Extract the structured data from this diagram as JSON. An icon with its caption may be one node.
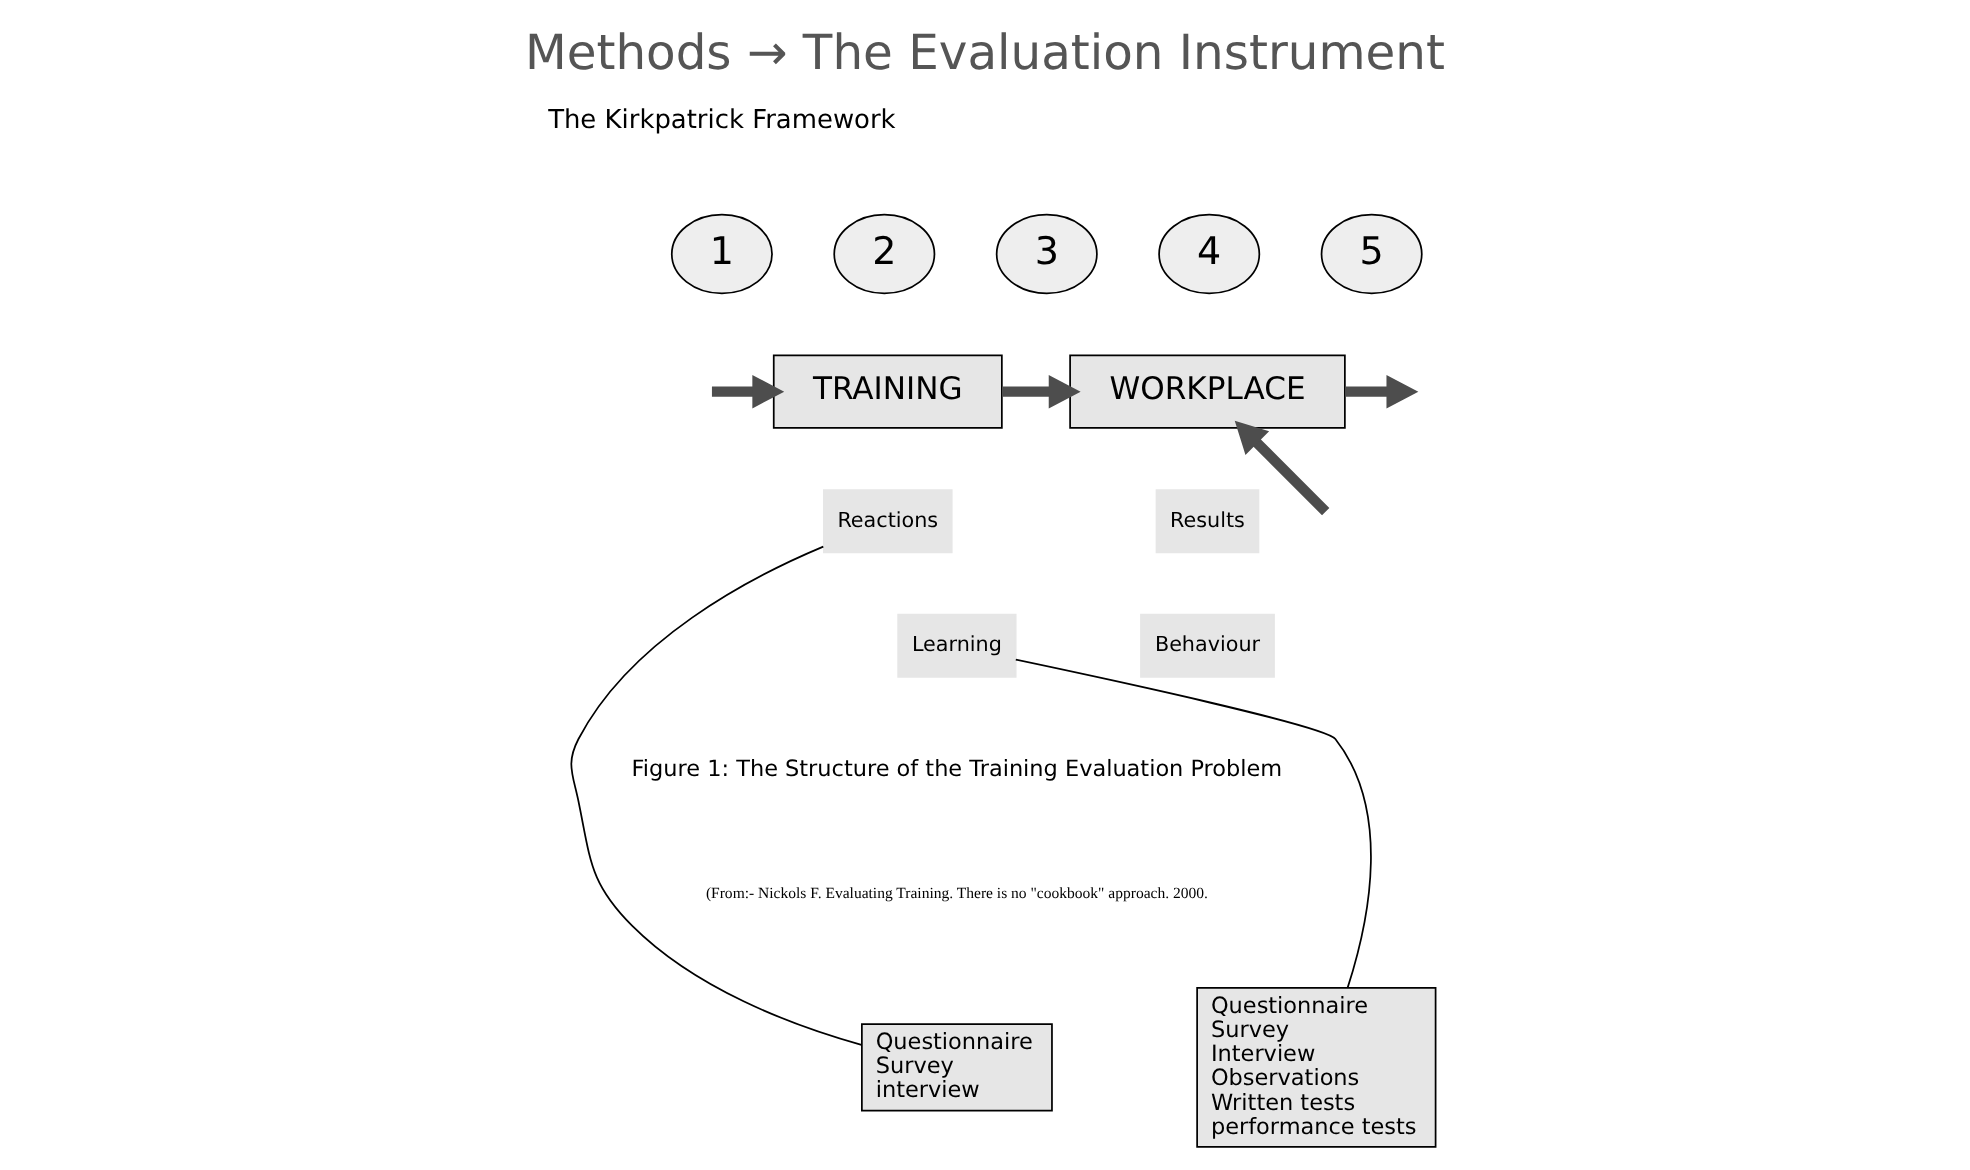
{
  "diagram": {
    "title": "Methods → The Evaluation Instrument",
    "nodes": [
      {
        "text": [
          "1"
        ]
      },
      {
        "text": [
          "2"
        ]
      },
      {
        "text": [
          "3"
        ]
      },
      {
        "text": [
          "4"
        ]
      },
      {
        "text": [
          "5"
        ]
      },
      {
        "text": [
          "TRAINING"
        ]
      },
      {
        "text": [
          "WORKPLACE"
        ]
      },
      {
        "text": [
          "Reactions"
        ]
      },
      {
        "text": [
          "Learning"
        ]
      },
      {
        "text": [
          "Results"
        ]
      },
      {
        "text": [
          "Behaviour"
        ]
      },
      {
        "text": [
          "Questionnaire",
          "Survey",
          "interview"
        ]
      },
      {
        "text": [
          "Questionnaire",
          "Survey",
          "Interview",
          "Observations",
          "Written tests",
          "performance tests"
        ]
      }
    ],
    "edges": [
      {
        "from": null,
        "to": 5,
        "arrow": "to"
      },
      {
        "from": 5,
        "to": 6,
        "arrow": "to"
      },
      {
        "from": null,
        "to": 6,
        "arrow": "to"
      },
      {
        "from": 6,
        "to": null,
        "arrow": "to"
      },
      {
        "from": 7,
        "to": 11,
        "arrow": "none"
      },
      {
        "from": 8,
        "to": 12,
        "arrow": "none"
      }
    ],
    "labels": [
      "The Kirkpatrick Framework",
      "Figure 1: The Structure of the Training Evaluation Problem",
      "(From:- Nickols F. Evaluating Training. There is no \"cookbook\" approach. 2000."
    ]
  }
}
